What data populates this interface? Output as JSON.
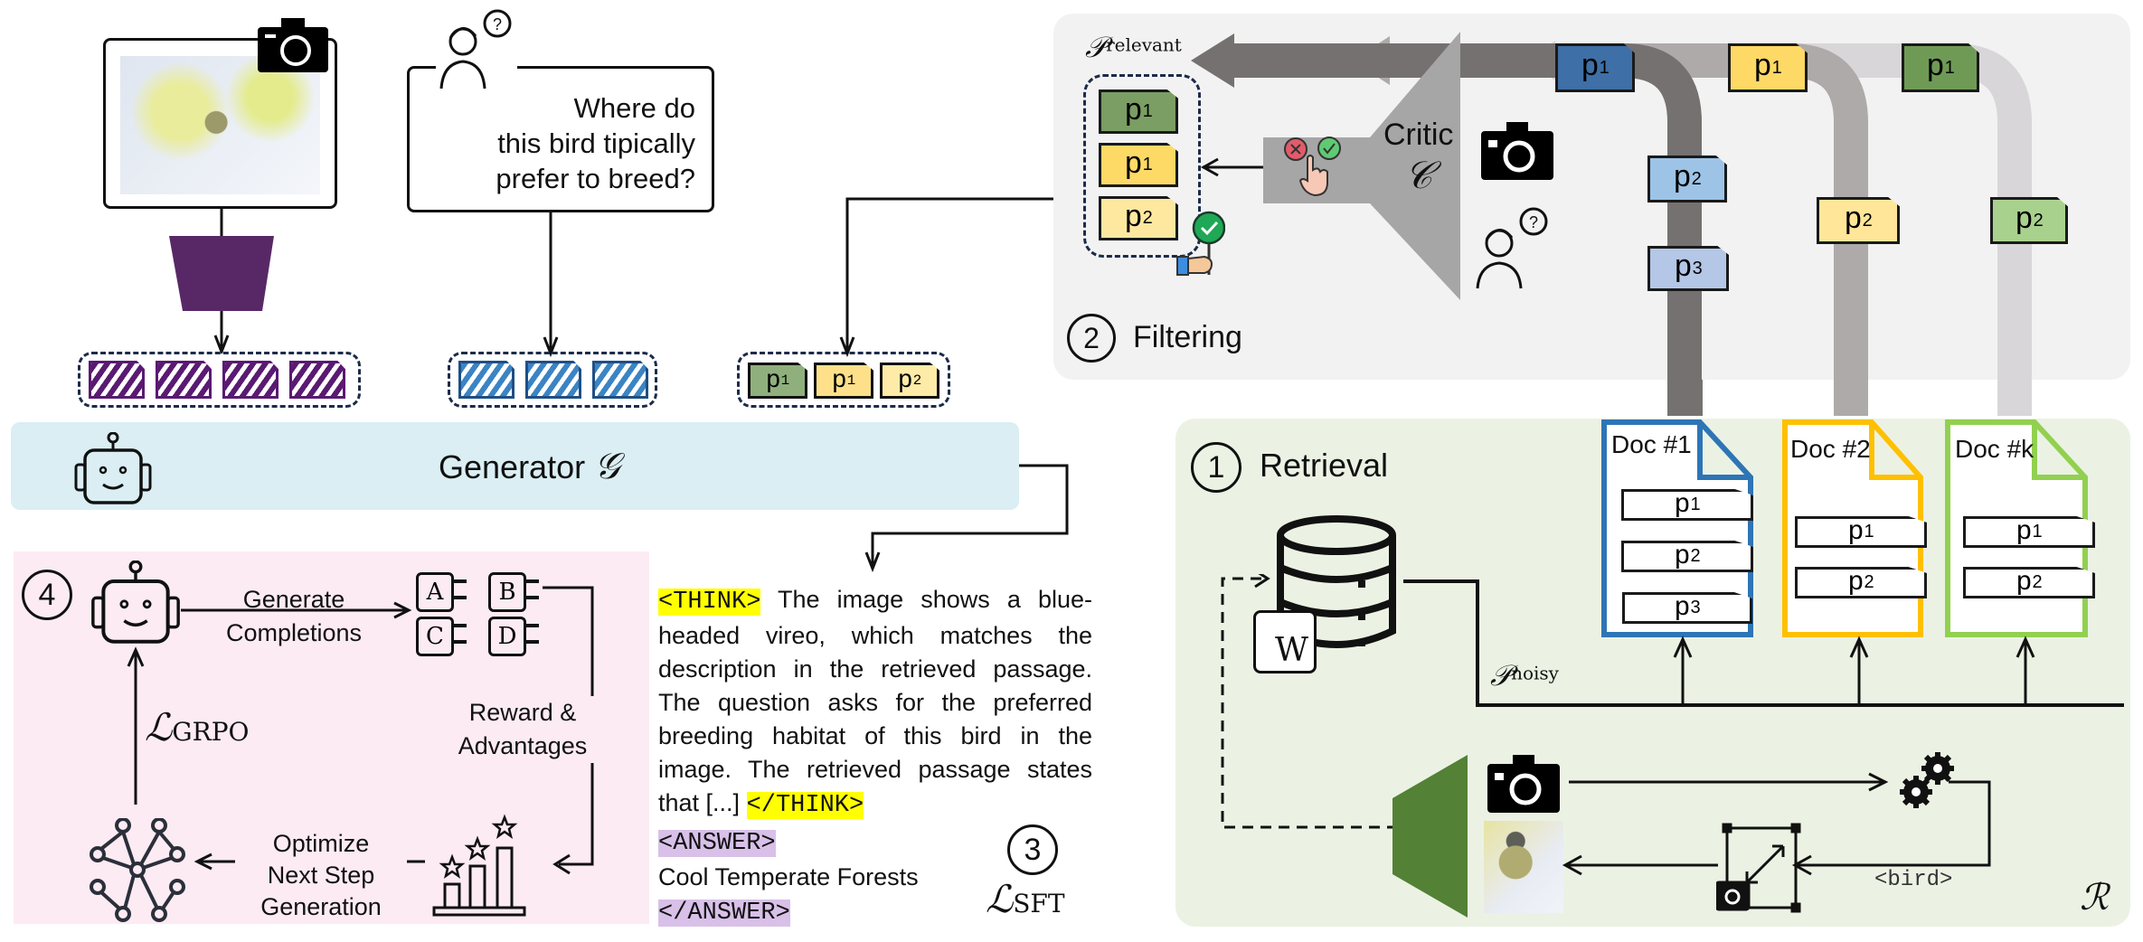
{
  "input": {
    "question": [
      "Where do",
      "this bird tipically",
      "prefer to breed?"
    ],
    "image_alt": "bird photo"
  },
  "generator": {
    "label": "Generator",
    "symbol": "𝒢"
  },
  "context_tokens": [
    {
      "text": "p",
      "sub": "1",
      "color": "#8fb07c"
    },
    {
      "text": "p",
      "sub": "1",
      "color": "#fde089"
    },
    {
      "text": "p",
      "sub": "2",
      "color": "#feeba8"
    }
  ],
  "filtering": {
    "step": "2",
    "title": "Filtering",
    "critic_label": "Critic",
    "critic_symbol": "𝒞",
    "relevant_label": "𝒫",
    "relevant_sup": "relevant",
    "relevant_passages": [
      {
        "text": "p",
        "sub": "1",
        "color": "#7a9e63"
      },
      {
        "text": "p",
        "sub": "1",
        "color": "#fdd966"
      },
      {
        "text": "p",
        "sub": "2",
        "color": "#fee8a0"
      }
    ],
    "streams": [
      {
        "top": {
          "text": "p",
          "sub": "1",
          "color": "#3e6fa6"
        },
        "others": [
          {
            "text": "p",
            "sub": "2",
            "color": "#9dc3e6"
          },
          {
            "text": "p",
            "sub": "3",
            "color": "#b4c7e7"
          }
        ],
        "stream_color": "#767171"
      },
      {
        "top": {
          "text": "p",
          "sub": "1",
          "color": "#ffd966"
        },
        "others": [
          {
            "text": "p",
            "sub": "2",
            "color": "#ffe699"
          }
        ],
        "stream_color": "#aeaaaa"
      },
      {
        "top": {
          "text": "p",
          "sub": "1",
          "color": "#6f9a56"
        },
        "others": [
          {
            "text": "p",
            "sub": "2",
            "color": "#a9d18e"
          }
        ],
        "stream_color": "#d9d6d9"
      }
    ]
  },
  "retrieval": {
    "step": "1",
    "title": "Retrieval",
    "noisy_label": "𝒫",
    "noisy_sup": "noisy",
    "retriever_symbol": "ℛ",
    "query_tag": "<bird>",
    "wiki_letter": "W",
    "docs": [
      {
        "title": "Doc #1",
        "color": "#2e75b6",
        "passages": [
          {
            "text": "p",
            "sub": "1"
          },
          {
            "text": "p",
            "sub": "2"
          },
          {
            "text": "p",
            "sub": "3"
          }
        ]
      },
      {
        "title": "Doc #2",
        "color": "#ffc000",
        "passages": [
          {
            "text": "p",
            "sub": "1"
          },
          {
            "text": "p",
            "sub": "2"
          }
        ]
      },
      {
        "title": "Doc #k",
        "color": "#92d050",
        "passages": [
          {
            "text": "p",
            "sub": "1"
          },
          {
            "text": "p",
            "sub": "2"
          }
        ]
      }
    ]
  },
  "sft": {
    "step": "3",
    "loss": "ℒ",
    "loss_sub": "SFT",
    "think_open": "<THINK>",
    "think_body_1": "The image shows a blue-headed vireo, which matches the description in the retrieved passage. The question asks for the preferred breeding habitat of this bird in the image. The retrieved passage states that [...]",
    "think_close": "</THINK>",
    "answer_open": "<ANSWER>",
    "answer": "Cool Temperate Forests",
    "answer_close": "</ANSWER>"
  },
  "grpo": {
    "step": "4",
    "generate_label": [
      "Generate",
      "Completions"
    ],
    "reward_label": [
      "Reward &",
      "Advantages"
    ],
    "optimize_label": [
      "Optimize",
      "Next Step",
      "Generation"
    ],
    "loss": "ℒ",
    "loss_sub": "GRPO",
    "options": [
      "A",
      "B",
      "C",
      "D"
    ]
  },
  "colors": {
    "filtering_bg": "#f2f2f2",
    "retrieval_bg": "#ebf2e4",
    "generator_bg": "#daeef3",
    "grpo_bg": "#fcebf3",
    "encoder_purple": "#582866",
    "encoder_green": "#538135"
  }
}
